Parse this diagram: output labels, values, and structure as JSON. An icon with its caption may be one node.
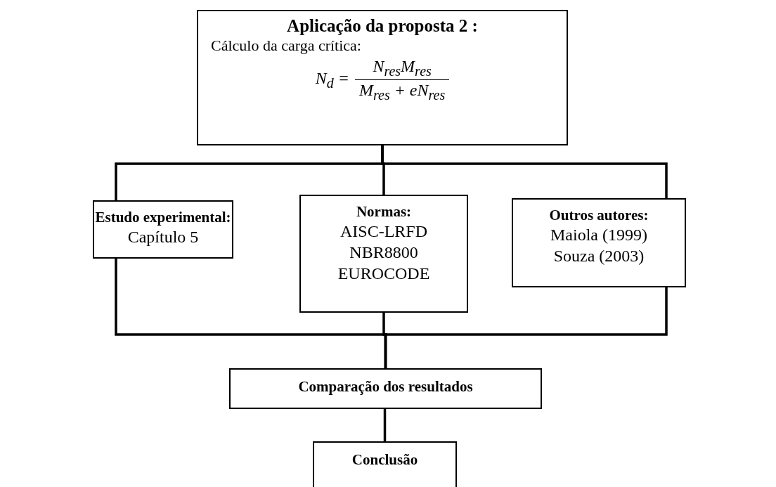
{
  "diagram": {
    "nodes": [
      {
        "text": [
          "Aplicação da proposta 2 :",
          "Cálculo da carga crítica:",
          "N$_{d}$ =",
          "N$_{res}$M$_{res}$",
          "M$_{res}$ + eN$_{res}$"
        ]
      },
      {
        "text": [
          "Estudo experimental:",
          "Capítulo 5"
        ]
      },
      {
        "text": [
          "Normas:",
          "AISC-LRFD NBR8800 EUROCODE"
        ]
      },
      {
        "text": [
          "Outros autores:",
          "Maiola (1999) Souza (2003)"
        ]
      },
      {
        "text": [
          "Comparação dos resultados"
        ]
      },
      {
        "text": [
          "Conclusão"
        ]
      }
    ],
    "edges": [
      {
        "from": 0,
        "to": 1,
        "arrow": "none"
      },
      {
        "from": 0,
        "to": 2,
        "arrow": "none"
      },
      {
        "from": 0,
        "to": 3,
        "arrow": "none"
      },
      {
        "from": 1,
        "to": 4,
        "arrow": "none"
      },
      {
        "from": 2,
        "to": 4,
        "arrow": "none"
      },
      {
        "from": 3,
        "to": 4,
        "arrow": "none"
      },
      {
        "from": 4,
        "to": 5,
        "arrow": "none"
      }
    ]
  }
}
